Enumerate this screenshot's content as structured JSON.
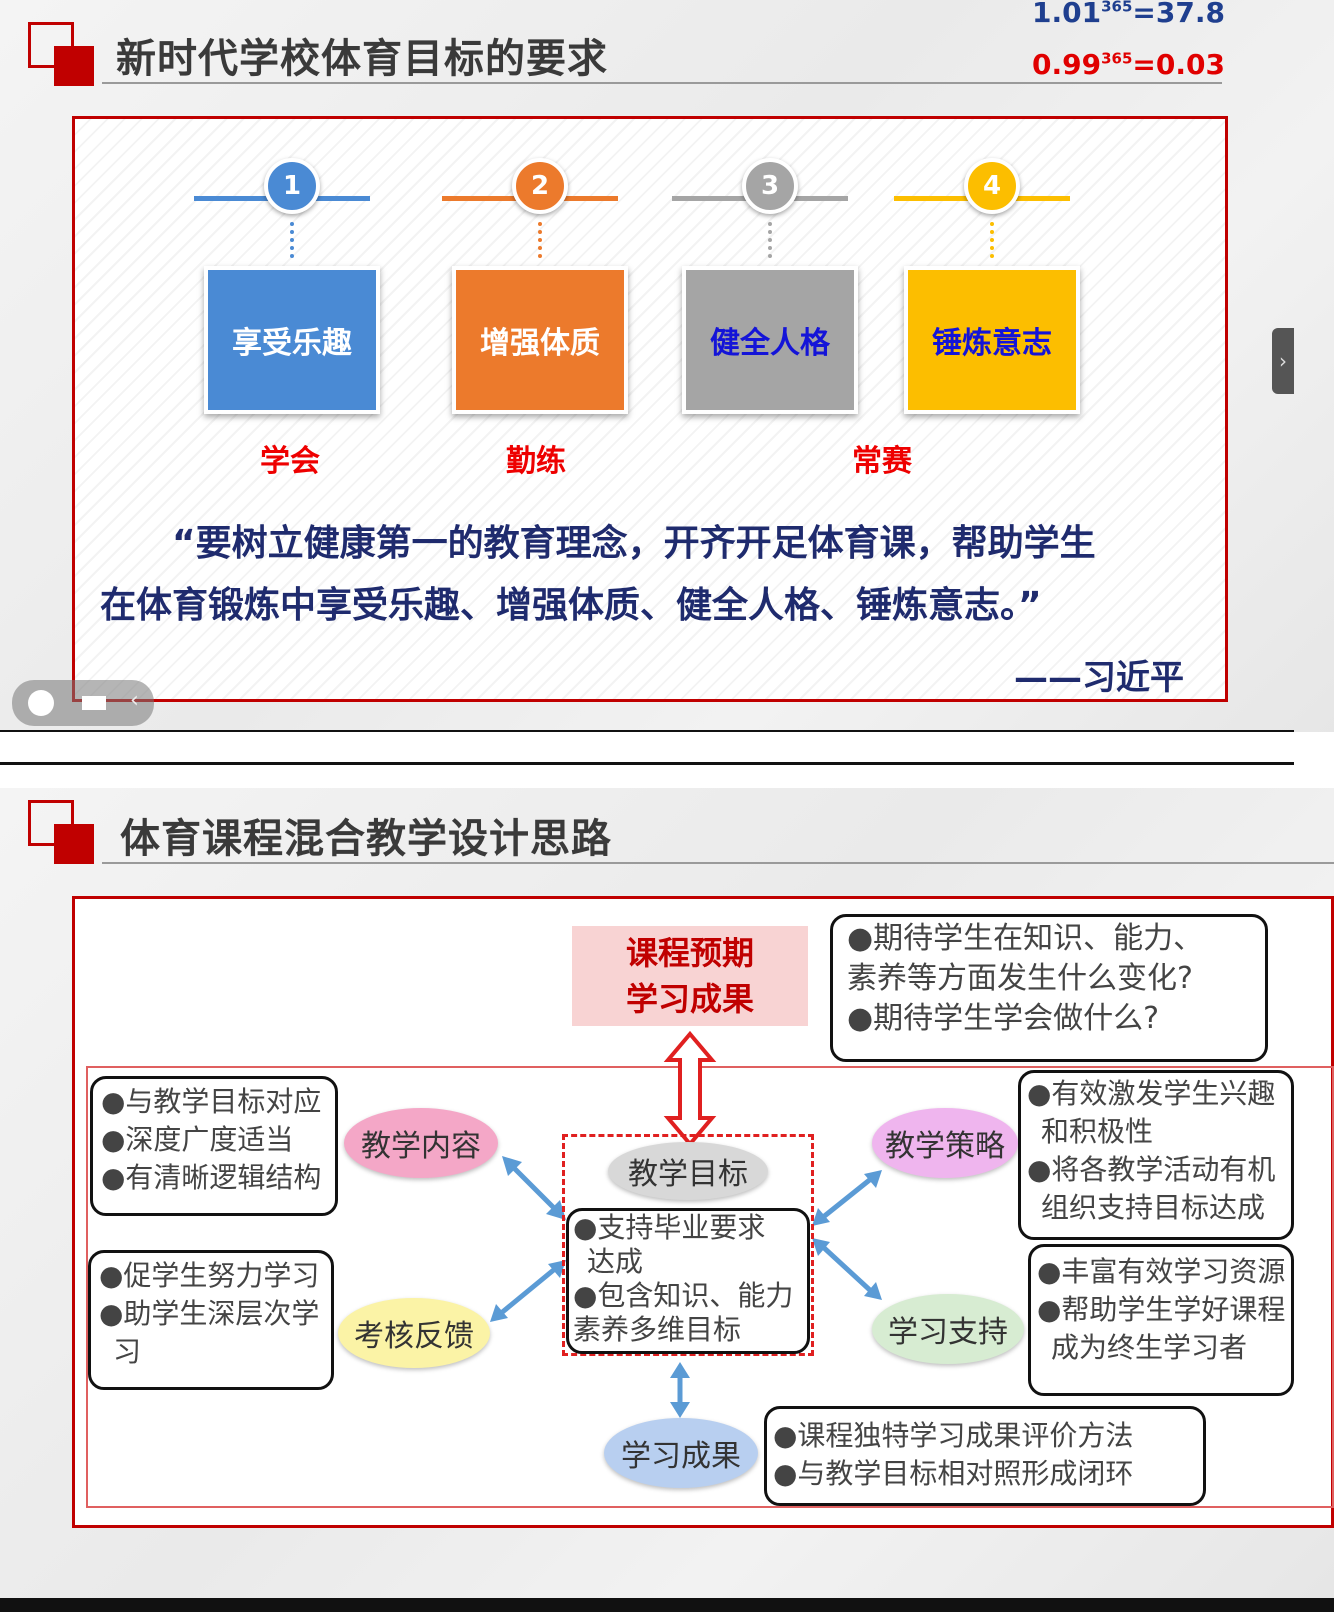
{
  "slide1": {
    "title": "新时代学校体育目标的要求",
    "formula_1": {
      "base": "1.01",
      "exp": "365",
      "result": "=37.8",
      "color": "#1f3f8f"
    },
    "formula_2": {
      "base": "0.99",
      "exp": "365",
      "result": "=0.03",
      "color": "#e00000"
    },
    "steps": [
      {
        "number": "1",
        "label": "享受乐趣",
        "color": "#4a8ad4",
        "text_color": "#ffffff"
      },
      {
        "number": "2",
        "label": "增强体质",
        "color": "#ec7a2c",
        "text_color": "#ffffff"
      },
      {
        "number": "3",
        "label": "健全人格",
        "color": "#a5a5a5",
        "text_color": "#1414d8"
      },
      {
        "number": "4",
        "label": "锤炼意志",
        "color": "#fcbe00",
        "text_color": "#1414d8"
      }
    ],
    "sub_labels": [
      "学会",
      "勤练",
      "常赛"
    ],
    "quote_line1": "“要树立健康第一的教育理念，开齐开足体育课，帮助学生",
    "quote_line2": "在体育锻炼中享受乐趣、增强体质、健全人格、锤炼意志。”",
    "author": "——习近平"
  },
  "slide2": {
    "title": "体育课程混合教学设计思路",
    "outcome_box": {
      "line1": "课程预期",
      "line2": "学习成果"
    },
    "question_box": [
      "●期待学生在知识、能力、",
      "素养等方面发生什么变化?",
      "●期待学生学会做什么?"
    ],
    "center": {
      "oval": "教学目标",
      "lines": [
        "●支持毕业要求",
        "  达成",
        "●包含知识、能力",
        "素养多维目标"
      ]
    },
    "content": {
      "oval": "教学内容",
      "lines": [
        "●与教学目标对应",
        "●深度广度适当",
        "●有清晰逻辑结构"
      ]
    },
    "feedback": {
      "oval": "考核反馈",
      "lines": [
        "●促学生努力学习",
        "●助学生深层次学",
        "习"
      ]
    },
    "strategy": {
      "oval": "教学策略",
      "lines": [
        "●有效激发学生兴趣",
        "和积极性",
        "●将各教学活动有机",
        "组织支持目标达成"
      ]
    },
    "support": {
      "oval": "学习支持",
      "lines": [
        "●丰富有效学习资源",
        "●帮助学生学好课程",
        "成为终生学习者"
      ]
    },
    "result": {
      "oval": "学习成果",
      "lines": [
        "●课程独特学习成果评价方法",
        "●与教学目标相对照形成闭环"
      ]
    },
    "colors": {
      "content": "#f4a7c7",
      "strategy": "#efb5ee",
      "feedback": "#fbf3a6",
      "support": "#d7ecd2",
      "center": "#d8d8d8",
      "result": "#b8cff0"
    }
  }
}
